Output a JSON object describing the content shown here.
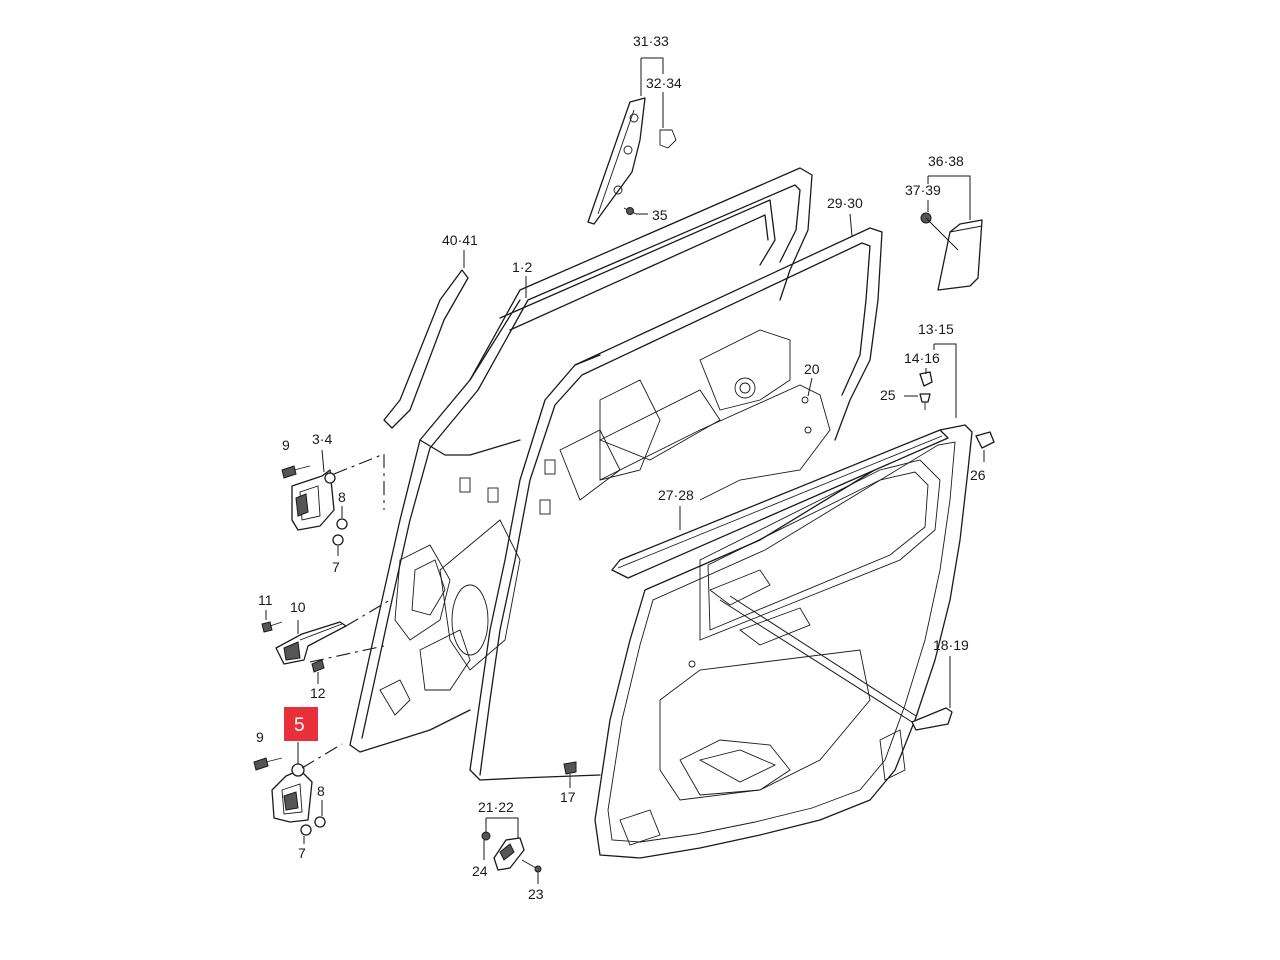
{
  "labels": {
    "l31_33": "31·33",
    "l32_34": "32·34",
    "l35": "35",
    "l36_38": "36·38",
    "l37_39": "37·39",
    "l29_30": "29·30",
    "l40_41": "40·41",
    "l1_2": "1·2",
    "l13_15": "13·15",
    "l14_16": "14·16",
    "l25": "25",
    "l20": "20",
    "l26": "26",
    "l9a": "9",
    "l3_4": "3·4",
    "l8a": "8",
    "l7a": "7",
    "l27_28": "27·28",
    "l11": "11",
    "l10": "10",
    "l12": "12",
    "l18_19": "18·19",
    "l5": "5",
    "l9b": "9",
    "l8b": "8",
    "l7b": "7",
    "l17": "17",
    "l21_22": "21·22",
    "l24": "24",
    "l23": "23"
  },
  "highlight": {
    "color": "#e8303a",
    "part": "5"
  }
}
